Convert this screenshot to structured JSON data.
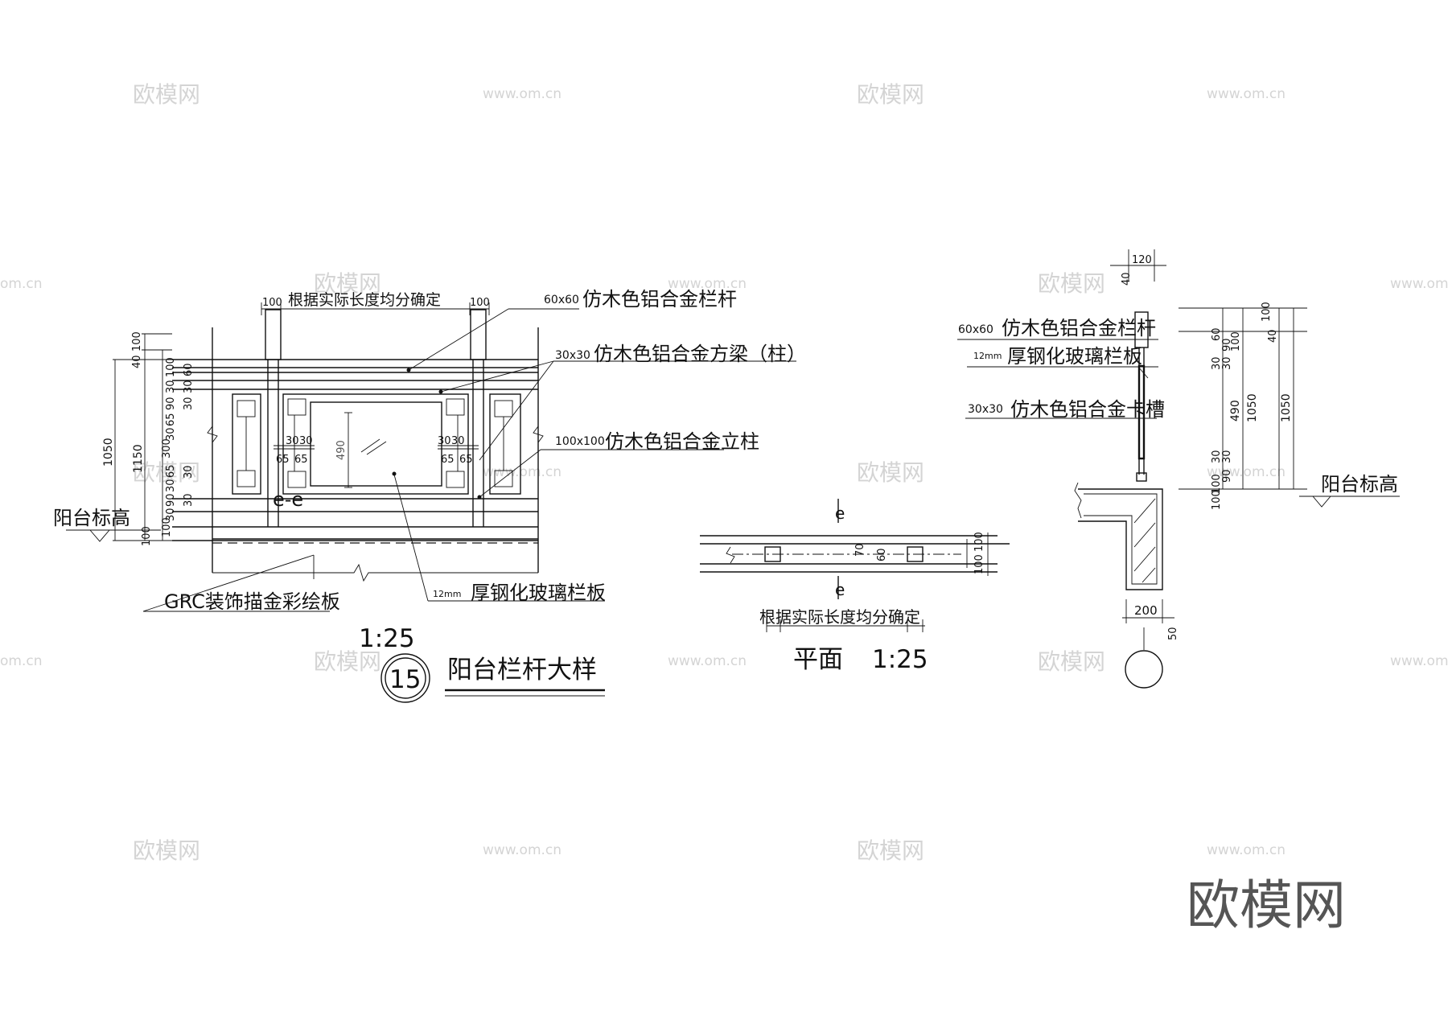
{
  "watermarks": {
    "brand": "欧模网",
    "url": "www.om.cn",
    "url_edge": "om.cn"
  },
  "elevation": {
    "dims_top": {
      "left": "100",
      "right": "100",
      "span": "根据实际长度均分确定"
    },
    "dims_left": [
      "40",
      "100",
      "60",
      "30",
      "30",
      "100",
      "90",
      "65",
      "30",
      "30",
      "300",
      "30",
      "30",
      "65",
      "90",
      "30",
      "30",
      "100",
      "100"
    ],
    "dims_overall": {
      "a": "1050",
      "b": "1150"
    },
    "dims_inner": {
      "h490": "490",
      "w30a": "30",
      "w30b": "30",
      "w65a": "65",
      "w65b": "65",
      "w30c": "30",
      "w30d": "30",
      "w65c": "65",
      "w65d": "65"
    },
    "labels": {
      "rail_60": "60x60",
      "rail": "仿木色铝合金栏杆",
      "beam_30": "30x30",
      "beam": "仿木色铝合金方梁（柱）",
      "post_100": "100x100",
      "post": "仿木色铝合金立柱",
      "glass_12": "12mm",
      "glass": "厚钢化玻璃栏板",
      "grc": "GRC装饰描金彩绘板",
      "level": "阳台标高",
      "section": "e-e"
    },
    "scale": "1:25",
    "badge": "15",
    "title": "阳台栏杆大样"
  },
  "plan": {
    "cut": "e",
    "dims": [
      "70",
      "60",
      "100",
      "100"
    ],
    "span": "根据实际长度均分确定",
    "title": "平面",
    "scale": "1:25"
  },
  "section": {
    "top_dims": [
      "120",
      "40"
    ],
    "labels": {
      "rail_60": "60x60",
      "rail": "仿木色铝合金栏杆",
      "glass_12": "12mm",
      "glass": "厚钢化玻璃栏板",
      "slot_30": "30x30",
      "slot": "仿木色铝合金卡槽",
      "level": "阳台标高"
    },
    "dims_a": [
      "60",
      "30",
      "30",
      "100",
      "490",
      "30",
      "30",
      "100",
      "100"
    ],
    "dims_b": [
      "100",
      "90",
      "90",
      "100"
    ],
    "dims_c": [
      "100",
      "40",
      "1050",
      "1050"
    ],
    "bottom_dims": [
      "200",
      "50"
    ]
  }
}
